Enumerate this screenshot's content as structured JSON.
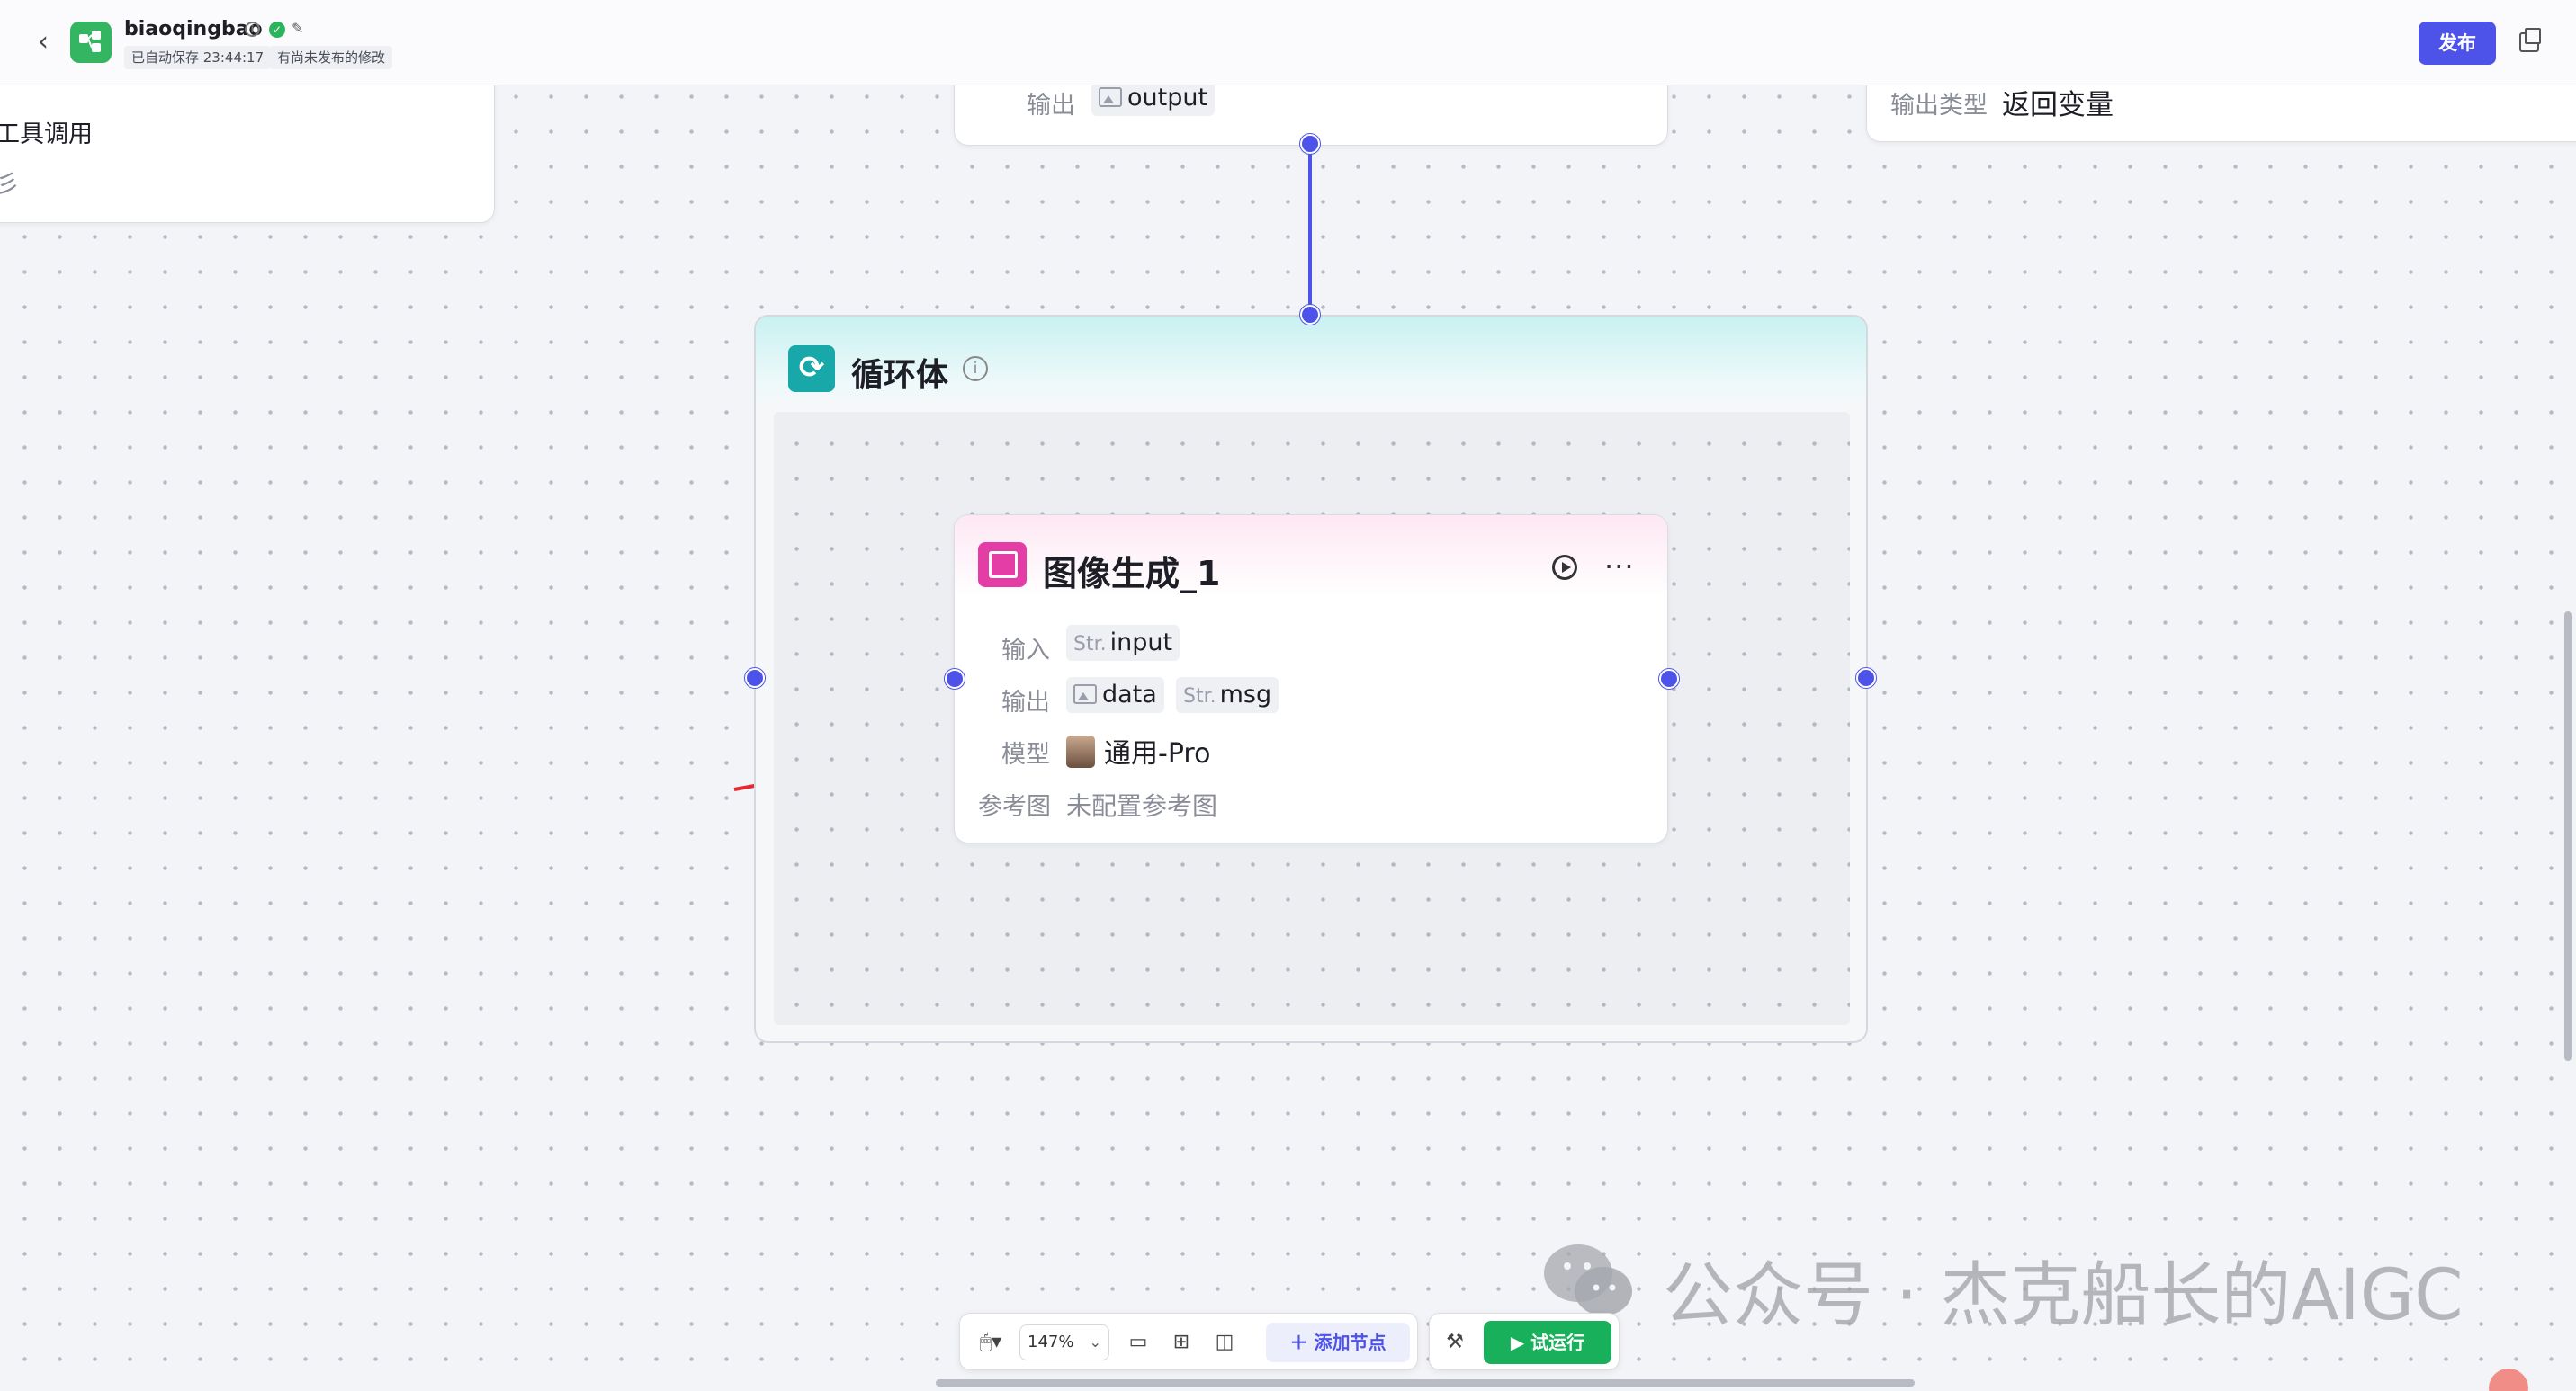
{
  "header": {
    "back_symbol": "‹",
    "app_name": "biaoqingbao",
    "autosave_tag": "已自动保存 23:44:17",
    "unpublished_tag": "有尚未发布的修改",
    "publish_label": "发布"
  },
  "canvas": {
    "left_card": {
      "line1": "工具调用",
      "line2": "彡"
    },
    "top_mid_card": {
      "output_label": "输出",
      "output_var": "output"
    },
    "top_right_card": {
      "output_type_label": "输出类型",
      "output_type_value": "返回变量"
    }
  },
  "loop_node": {
    "icon_symbol": "⟳",
    "title": "循环体",
    "info_symbol": "i"
  },
  "image_node": {
    "title": "图像生成_1",
    "more_symbol": "···",
    "input_label": "输入",
    "input_type": "Str.",
    "input_var": "input",
    "output_label": "输出",
    "output_var1": "data",
    "output_type2": "Str.",
    "output_var2": "msg",
    "model_label": "模型",
    "model_value": "通用-Pro",
    "ref_label": "参考图",
    "ref_value": "未配置参考图"
  },
  "toolbar": {
    "zoom": "147%",
    "add_node_label": "＋ 添加节点",
    "trial_run_label": "▶  试运行"
  },
  "watermark": {
    "text": "公众号 · 杰克船长的AIGC"
  },
  "colors": {
    "accent": "#4d53e8",
    "loop_icon": "#18a8a9",
    "image_icon": "#e43ea6",
    "trial_run": "#18b05a",
    "annotation_arrow": "#e8262d"
  }
}
